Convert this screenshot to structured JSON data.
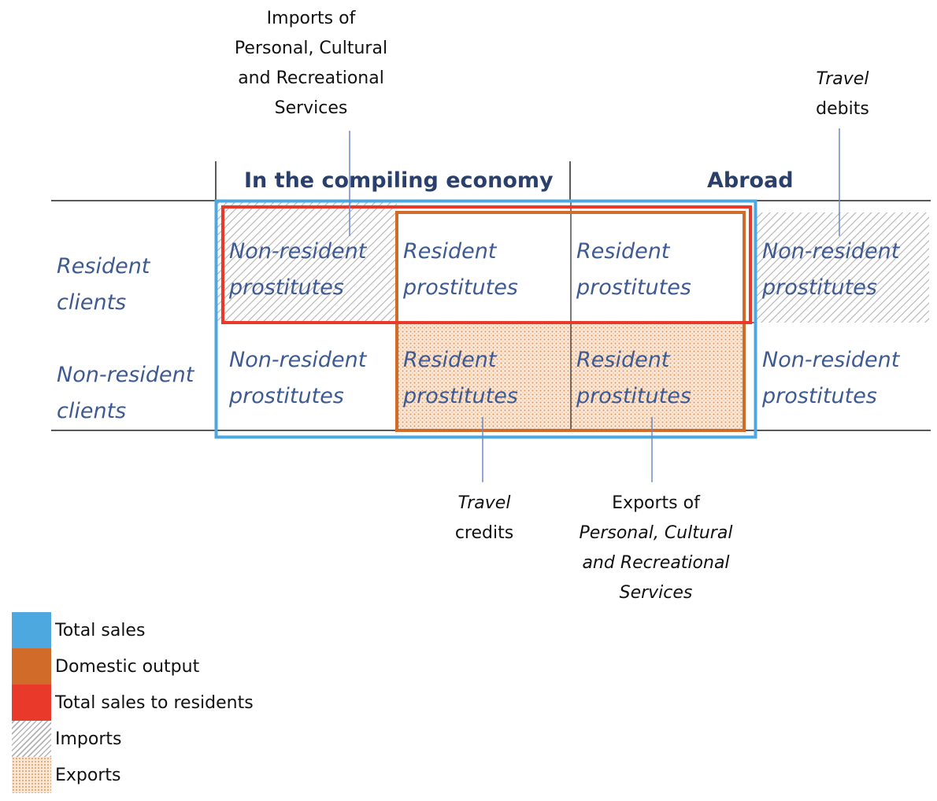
{
  "annotations": {
    "imports_pcr": [
      "Imports of",
      "Personal, Cultural",
      "and Recreational",
      "Services"
    ],
    "travel_debits": [
      "Travel",
      "debits"
    ],
    "travel_credits": [
      "Travel",
      "credits"
    ],
    "exports_pcr": [
      "Exports of",
      "Personal, Cultural",
      "and Recreational",
      "Services"
    ]
  },
  "columns": {
    "compiling": "In the compiling economy",
    "abroad": "Abroad"
  },
  "rows": {
    "resident": [
      "Resident",
      "clients"
    ],
    "nonresident": [
      "Non-resident",
      "clients"
    ]
  },
  "cells": {
    "r1c1": [
      "Non-resident",
      "prostitutes"
    ],
    "r1c2": [
      "Resident",
      "prostitutes"
    ],
    "r1c3": [
      "Resident",
      "prostitutes"
    ],
    "r1c4": [
      "Non-resident",
      "prostitutes"
    ],
    "r2c1": [
      "Non-resident",
      "prostitutes"
    ],
    "r2c2": [
      "Resident",
      "prostitutes"
    ],
    "r2c3": [
      "Resident",
      "prostitutes"
    ],
    "r2c4": [
      "Non-resident",
      "prostitutes"
    ]
  },
  "legend": [
    {
      "label": "Total sales",
      "color": "#4ea8e0",
      "pattern": "solid"
    },
    {
      "label": "Domestic output",
      "color": "#d06b2a",
      "pattern": "solid"
    },
    {
      "label": "Total sales to residents",
      "color": "#e8392a",
      "pattern": "solid"
    },
    {
      "label": "Imports",
      "color": "#bdbdbd",
      "pattern": "hatch"
    },
    {
      "label": "Exports",
      "color": "#e8a06a",
      "pattern": "dots"
    }
  ],
  "colors": {
    "total_sales": "#4ea8e0",
    "domestic_output": "#d06b2a",
    "total_sales_residents": "#e8392a",
    "text_blue": "#3e5a92",
    "arrow": "#6a8ac4"
  }
}
